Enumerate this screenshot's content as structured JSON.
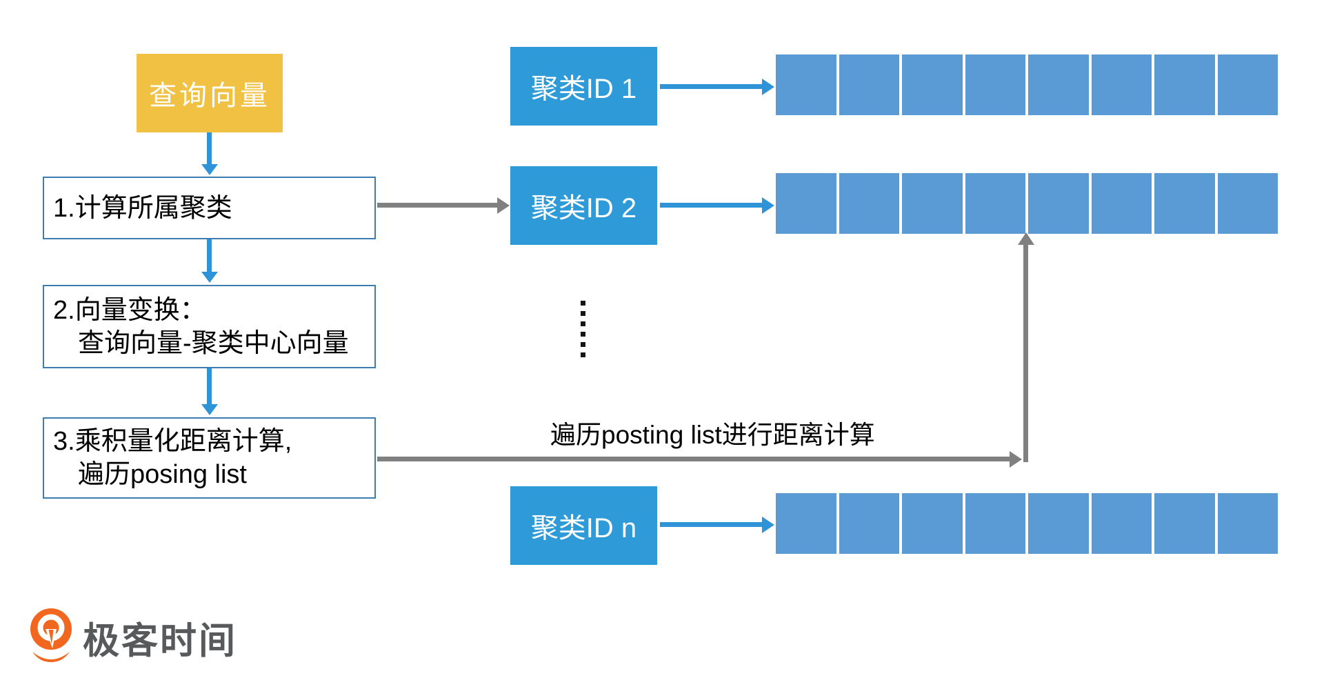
{
  "colors": {
    "canvas_bg": "#ffffff",
    "accent_blue": "#2f93d8",
    "id_box_blue": "#2e9bd8",
    "cell_blue": "#5b9bd5",
    "query_yellow": "#f0c142",
    "box_border": "#3d7cb0",
    "connector_gray": "#808080",
    "text_black": "#000000",
    "logo_orange": "#f1671f",
    "logo_text_gray": "#58595b"
  },
  "flow": {
    "query_label": "查询向量",
    "steps": [
      {
        "line1": "1.计算所属聚类",
        "line2": ""
      },
      {
        "line1": "2.向量变换：",
        "line2": "查询向量-聚类中心向量"
      },
      {
        "line1": "3.乘积量化距离计算,",
        "line2": "遍历posing list"
      }
    ]
  },
  "clusters": {
    "items": [
      {
        "label": "聚类ID 1",
        "cells": 8
      },
      {
        "label": "聚类ID 2",
        "cells": 8
      },
      {
        "label": "聚类ID n",
        "cells": 8
      }
    ],
    "ellipsis_dot_count": 6
  },
  "annotation": {
    "text": "遍历posting list进行距离计算"
  },
  "logo": {
    "text": "极客时间",
    "icon": "geektime-pin-icon"
  }
}
